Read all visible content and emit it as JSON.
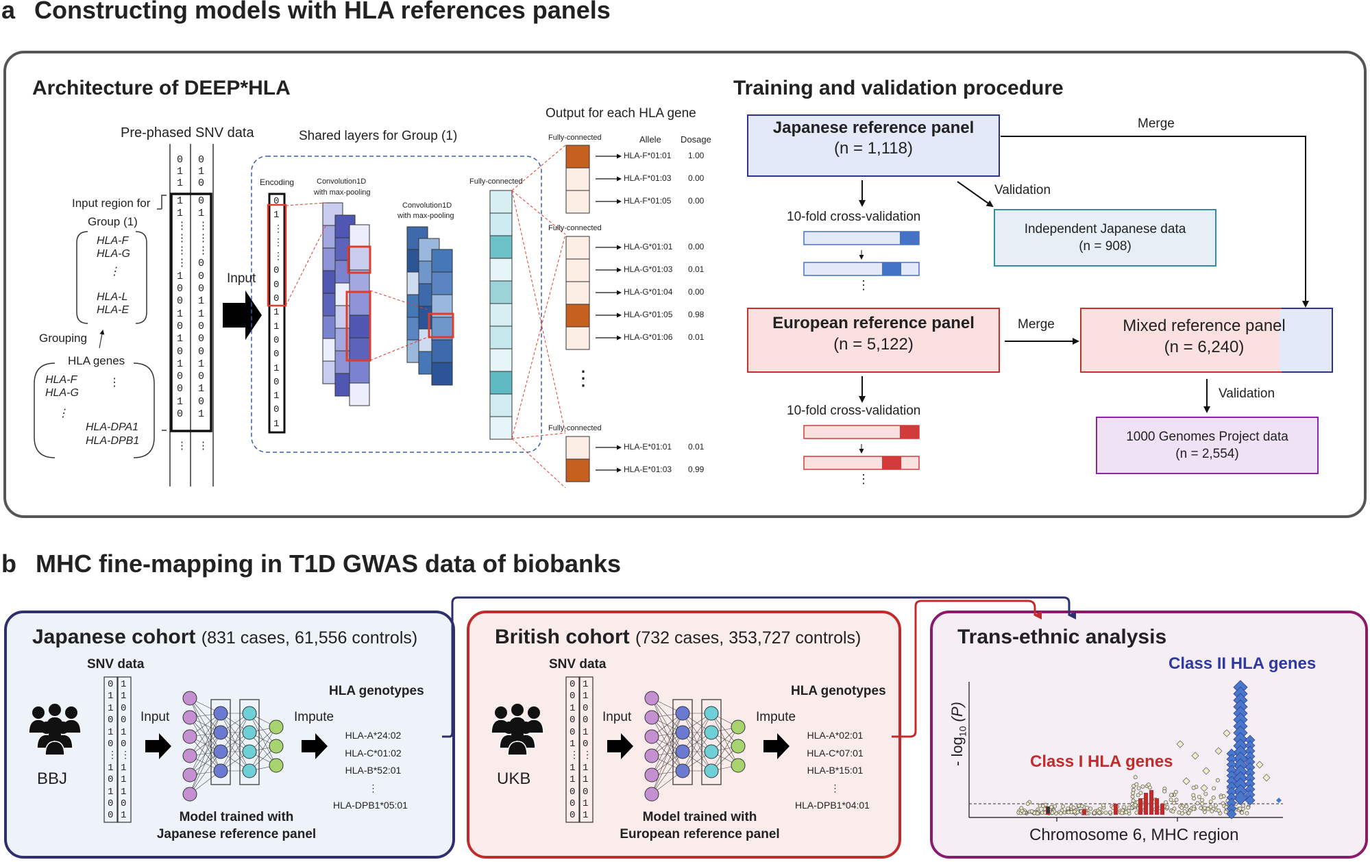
{
  "panel_a": {
    "letter": "a",
    "title": "Constructing models with HLA references panels",
    "architecture": {
      "title": "Architecture of DEEP*HLA",
      "snv_label": "Pre-phased SNV data",
      "col1_top": "0\n1\n1",
      "col2_top": "0\n1\n0",
      "col1_mid": "1\n1\n⋮\n⋮\n⋮\n⋮\n1\n0\n0\n1\n0\n1\n0\n1\n0\n0\n1\n0",
      "col2_mid": "0\n1\n⋮\n⋮\n⋮\n0\n0\n0\n1\n1\n0\n0\n0\n1\n0\n1\n0\n1",
      "col_bottom": "⋮",
      "input_region_label": "Input region for",
      "group_label": "Group (1)",
      "group_genes": [
        "HLA-F",
        "HLA-G",
        "⋮",
        "HLA-L",
        "HLA-E"
      ],
      "grouping_label": "Grouping",
      "hla_genes_label": "HLA genes",
      "hla_genes_list_left": [
        "HLA-F",
        "HLA-G",
        "⋮"
      ],
      "hla_genes_dots": "⋮",
      "hla_genes_list_right": [
        "HLA-DPA1",
        "HLA-DPB1"
      ],
      "input_label": "Input",
      "shared_layers_label": "Shared layers for Group (1)",
      "encoding_label": "Encoding",
      "encoding_digits": "0\n1\n⋮\n⋮\n⋮\n0\n0\n0\n1\n1\n0\n0\n1\n0\n1\n0\n1",
      "conv1_label_1": "Convolution1D",
      "conv1_label_2": "with max-pooling",
      "conv2_label_1": "Convolution1D",
      "conv2_label_2": "with max-pooling",
      "fc_label": "Fully-connected",
      "output_title": "Output for each HLA gene",
      "allele_header": "Allele",
      "dosage_header": "Dosage",
      "output_groups": [
        {
          "label": "Fully-connected",
          "rows": [
            {
              "allele": "HLA-F*01:01",
              "dosage": "1.00",
              "color": "#c5601e"
            },
            {
              "allele": "HLA-F*01:03",
              "dosage": "0.00",
              "color": "#fdeee5"
            },
            {
              "allele": "HLA-F*01:05",
              "dosage": "0.00",
              "color": "#fdeee5"
            }
          ]
        },
        {
          "label": "Fully-connected",
          "rows": [
            {
              "allele": "HLA-G*01:01",
              "dosage": "0.00",
              "color": "#fdeee5"
            },
            {
              "allele": "HLA-G*01:03",
              "dosage": "0.01",
              "color": "#fdeee5"
            },
            {
              "allele": "HLA-G*01:04",
              "dosage": "0.00",
              "color": "#fdeee5"
            },
            {
              "allele": "HLA-G*01:05",
              "dosage": "0.98",
              "color": "#c5601e"
            },
            {
              "allele": "HLA-G*01:06",
              "dosage": "0.01",
              "color": "#fdeee5"
            }
          ]
        },
        {
          "label": "Fully-connected",
          "rows": [
            {
              "allele": "HLA-E*01:01",
              "dosage": "0.01",
              "color": "#fdeee5"
            },
            {
              "allele": "HLA-E*01:03",
              "dosage": "0.99",
              "color": "#c5601e"
            }
          ]
        }
      ],
      "output_dots": "⋮"
    },
    "training": {
      "title": "Training and validation procedure",
      "jp_panel": {
        "name": "Japanese reference panel",
        "n": "(n = 1,118)"
      },
      "merge_top": "Merge",
      "validation_top": "Validation",
      "cv_label_jp": "10-fold cross-validation",
      "independent": {
        "name": "Independent Japanese data",
        "n": "(n = 908)"
      },
      "eu_panel": {
        "name": "European reference panel",
        "n": "(n = 5,122)"
      },
      "merge_mid": "Merge",
      "mixed_panel": {
        "name": "Mixed reference panel",
        "n": "(n = 6,240)"
      },
      "validation_bottom": "Validation",
      "cv_label_eu": "10-fold cross-validation",
      "kg": {
        "name": "1000 Genomes Project data",
        "n": "(n = 2,554)"
      },
      "ellipsis": "⋮",
      "colors": {
        "jp_fill": "#e3e9f8",
        "jp_border": "#2e3192",
        "jp_accent": "#4472c4",
        "eu_fill": "#fbe0e0",
        "eu_border": "#c9302c",
        "eu_accent": "#d33a3a",
        "indep_fill": "#e6eff6",
        "indep_border": "#2f8fa3",
        "kg_fill": "#f0e2f5",
        "kg_border": "#8e24aa"
      }
    }
  },
  "panel_b": {
    "letter": "b",
    "title": "MHC fine-mapping in T1D GWAS data of biobanks",
    "japanese": {
      "title": "Japanese cohort",
      "counts": "(831 cases, 61,556 controls)",
      "snv_label": "SNV data",
      "col1": "0\n1\n1\n0\n1\n0\n⋮\n1\n0\n1\n0\n0",
      "col2": "1\n1\n0\n0\n1\n0\n⋮\n1\n1\n1\n0\n1",
      "input_label": "Input",
      "impute_label": "Impute",
      "biobank": "BBJ",
      "genotypes_title": "HLA genotypes",
      "genotypes": [
        "HLA-A*24:02",
        "HLA-C*01:02",
        "HLA-B*52:01",
        "⋮",
        "HLA-DPB1*05:01"
      ],
      "model_label_1": "Model trained with",
      "model_label_2": "Japanese reference panel",
      "border": "#2e2f6e",
      "fill": "#eef3f9"
    },
    "british": {
      "title": "British cohort",
      "counts": "(732 cases, 353,727 controls)",
      "snv_label": "SNV data",
      "col1": "0\n0\n1\n0\n0\n1\n⋮\n1\n1\n0\n0\n0",
      "col2": "1\n1\n0\n0\n1\n0\n⋮\n1\n1\n0\n1\n1",
      "input_label": "Input",
      "impute_label": "Impute",
      "biobank": "UKB",
      "genotypes_title": "HLA genotypes",
      "genotypes": [
        "HLA-A*02:01",
        "HLA-C*07:01",
        "HLA-B*15:01",
        "⋮",
        "HLA-DPB1*04:01"
      ],
      "model_label_1": "Model trained with",
      "model_label_2": "European reference panel",
      "border": "#c22b2b",
      "fill": "#fbecec"
    },
    "trans": {
      "title": "Trans-ethnic analysis",
      "class2_label": "Class II HLA genes",
      "class1_label": "Class I HLA genes",
      "ylabel_prefix": "- log",
      "ylabel_sub": "10",
      "ylabel_suffix": " (P)",
      "xlabel": "Chromosome 6, MHC region",
      "border": "#8b1a6b",
      "fill": "#f6eef5",
      "class2_color": "#2e3a9f",
      "class1_color": "#c22b2b"
    }
  }
}
